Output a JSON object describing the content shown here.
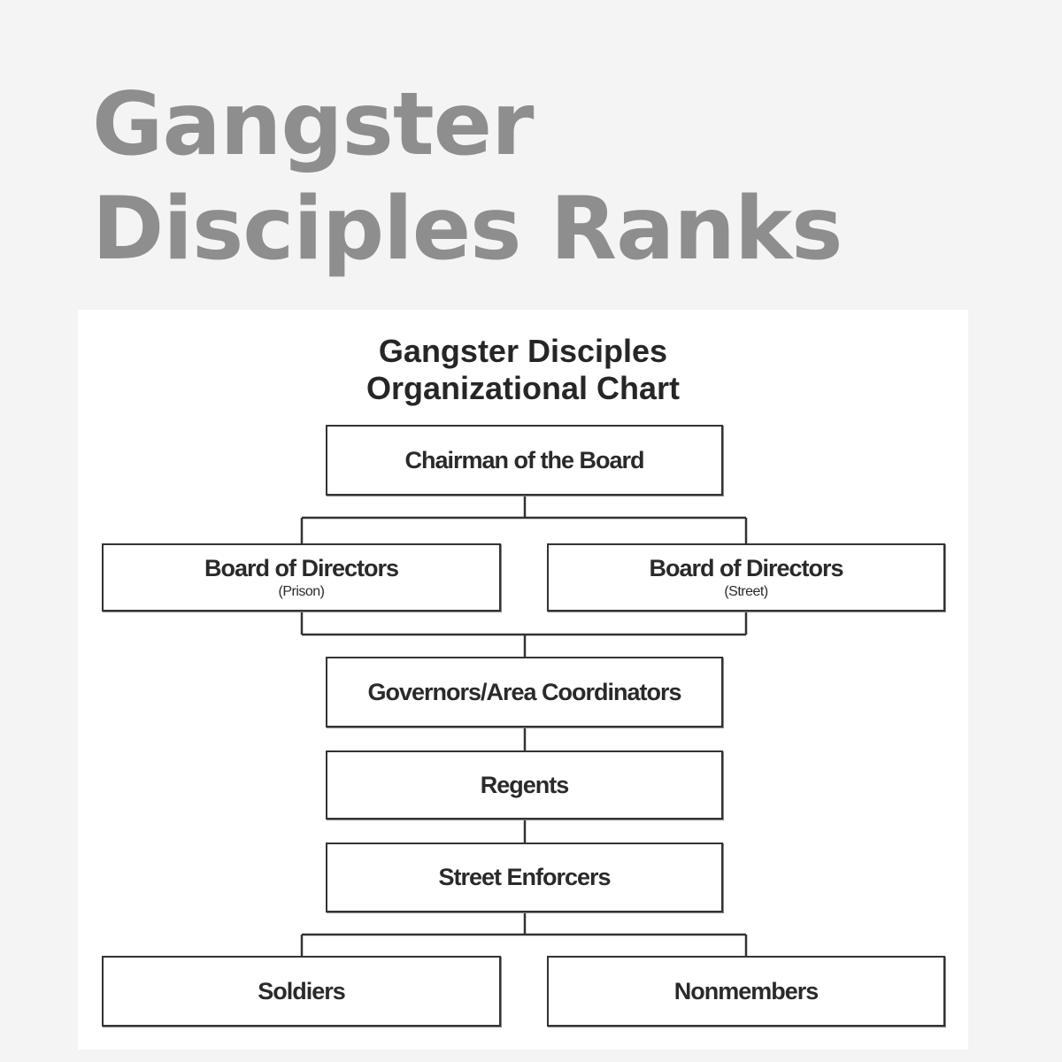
{
  "title": {
    "line1": "Gangster",
    "line2": "Disciples Ranks"
  },
  "org_chart": {
    "heading": {
      "line1": "Gangster Disciples",
      "line2": "Organizational Chart"
    },
    "chairman": "Chairman of the Board",
    "board_prison": {
      "label": "Board of Directors",
      "sub": "(Prison)"
    },
    "board_street": {
      "label": "Board of Directors",
      "sub": "(Street)"
    },
    "governors": "Governors/Area Coordinators",
    "regents": "Regents",
    "enforcers": "Street Enforcers",
    "soldiers": "Soldiers",
    "nonmembers": "Nonmembers"
  }
}
